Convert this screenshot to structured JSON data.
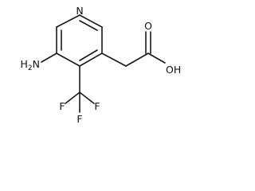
{
  "molecule": {
    "atom_labels": {
      "ring_nitrogen": "N",
      "carbonyl_oxygen": "O",
      "hydroxyl": "OH",
      "amine": {
        "main": "H",
        "subscript": "2",
        "tail": "N"
      },
      "fluorine_1": "F",
      "fluorine_2": "F",
      "fluorine_3": "F"
    },
    "colors": {
      "bond": "#1a1a1a",
      "text": "#111111",
      "background": "#ffffff"
    }
  }
}
